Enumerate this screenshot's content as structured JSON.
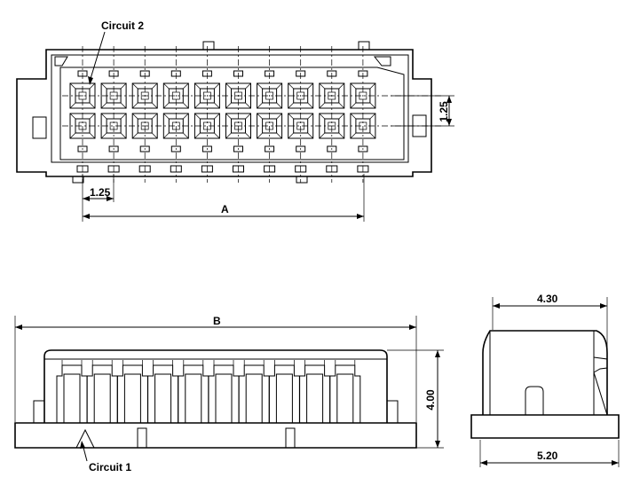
{
  "labels": {
    "circuit2": "Circuit 2",
    "circuit1": "Circuit 1",
    "dim_pitch_h": "1.25",
    "dim_pitch_v": "1.25",
    "dim_a": "A",
    "dim_b": "B",
    "dim_height": "4.00",
    "dim_top_width": "4.30",
    "dim_bottom_width": "5.20"
  }
}
